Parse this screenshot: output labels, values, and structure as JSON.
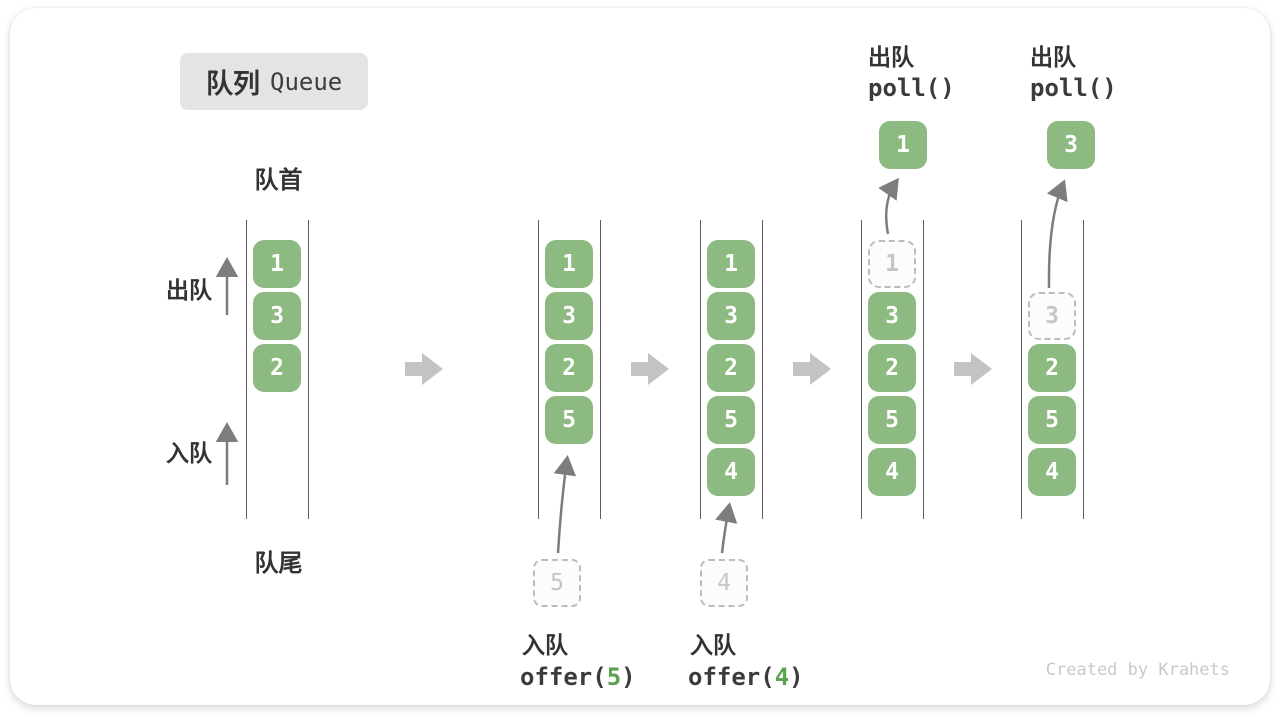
{
  "title": {
    "zh": "队列",
    "en": "Queue"
  },
  "labels": {
    "front": "队首",
    "rear": "队尾",
    "dequeue": "出队",
    "enqueue": "入队"
  },
  "watermark": "Created by Krahets",
  "poll_ops": [
    {
      "label": "出队",
      "code": "poll()",
      "result": "1"
    },
    {
      "label": "出队",
      "code": "poll()",
      "result": "3"
    }
  ],
  "offer_ops": [
    {
      "label": "入队",
      "code_prefix": "offer(",
      "arg": "5",
      "code_suffix": ")",
      "pending": "5"
    },
    {
      "label": "入队",
      "code_prefix": "offer(",
      "arg": "4",
      "code_suffix": ")",
      "pending": "4"
    }
  ],
  "columns": [
    {
      "items": [
        {
          "v": "1"
        },
        {
          "v": "3"
        },
        {
          "v": "2"
        }
      ]
    },
    {
      "items": [
        {
          "v": "1"
        },
        {
          "v": "3"
        },
        {
          "v": "2"
        },
        {
          "v": "5"
        }
      ]
    },
    {
      "items": [
        {
          "v": "1"
        },
        {
          "v": "3"
        },
        {
          "v": "2"
        },
        {
          "v": "5"
        },
        {
          "v": "4"
        }
      ]
    },
    {
      "items": [
        {
          "v": "1",
          "ghost": true
        },
        {
          "v": "3"
        },
        {
          "v": "2"
        },
        {
          "v": "5"
        },
        {
          "v": "4"
        }
      ]
    },
    {
      "items": [
        {
          "v": "3",
          "ghost": true
        },
        {
          "v": "2"
        },
        {
          "v": "5"
        },
        {
          "v": "4"
        }
      ]
    }
  ],
  "colors": {
    "box_green": "#8dba81",
    "accent_green": "#5ba24e",
    "ghost_border": "#bcbcbc",
    "line_gray": "#5d5d5d",
    "block_arrow_gray": "#c3c3c3",
    "thin_arrow_gray": "#7d7d7d",
    "title_bg": "#e4e4e4"
  }
}
